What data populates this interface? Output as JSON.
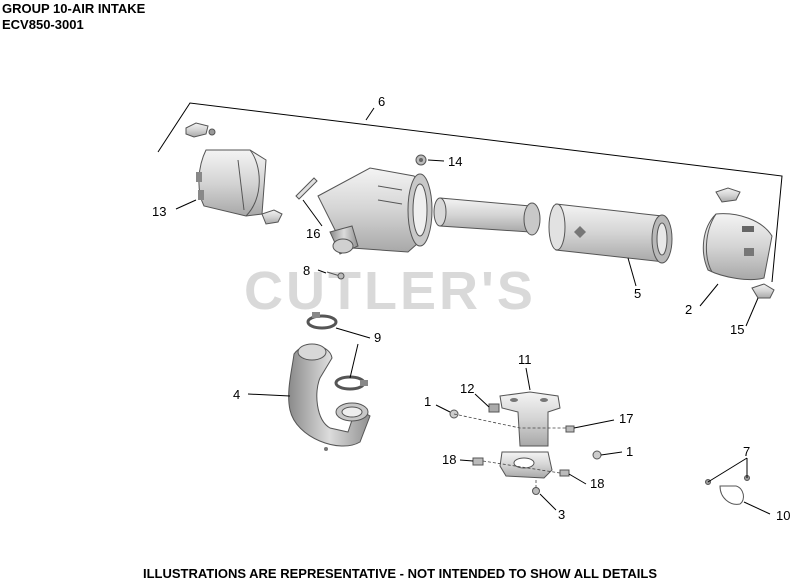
{
  "header": {
    "group_title": "GROUP 10-AIR INTAKE",
    "model_code": "ECV850-3001"
  },
  "watermark": "CUTLER'S",
  "footer": "ILLUSTRATIONS ARE REPRESENTATIVE - NOT INTENDED TO SHOW ALL DETAILS",
  "callouts": {
    "c6": "6",
    "c14": "14",
    "c13": "13",
    "c16": "16",
    "c8": "8",
    "c5": "5",
    "c2": "2",
    "c15": "15",
    "c9": "9",
    "c4": "4",
    "c11": "11",
    "c12": "12",
    "c1a": "1",
    "c17": "17",
    "c1b": "1",
    "c18a": "18",
    "c18b": "18",
    "c3": "3",
    "c7": "7",
    "c10": "10"
  }
}
